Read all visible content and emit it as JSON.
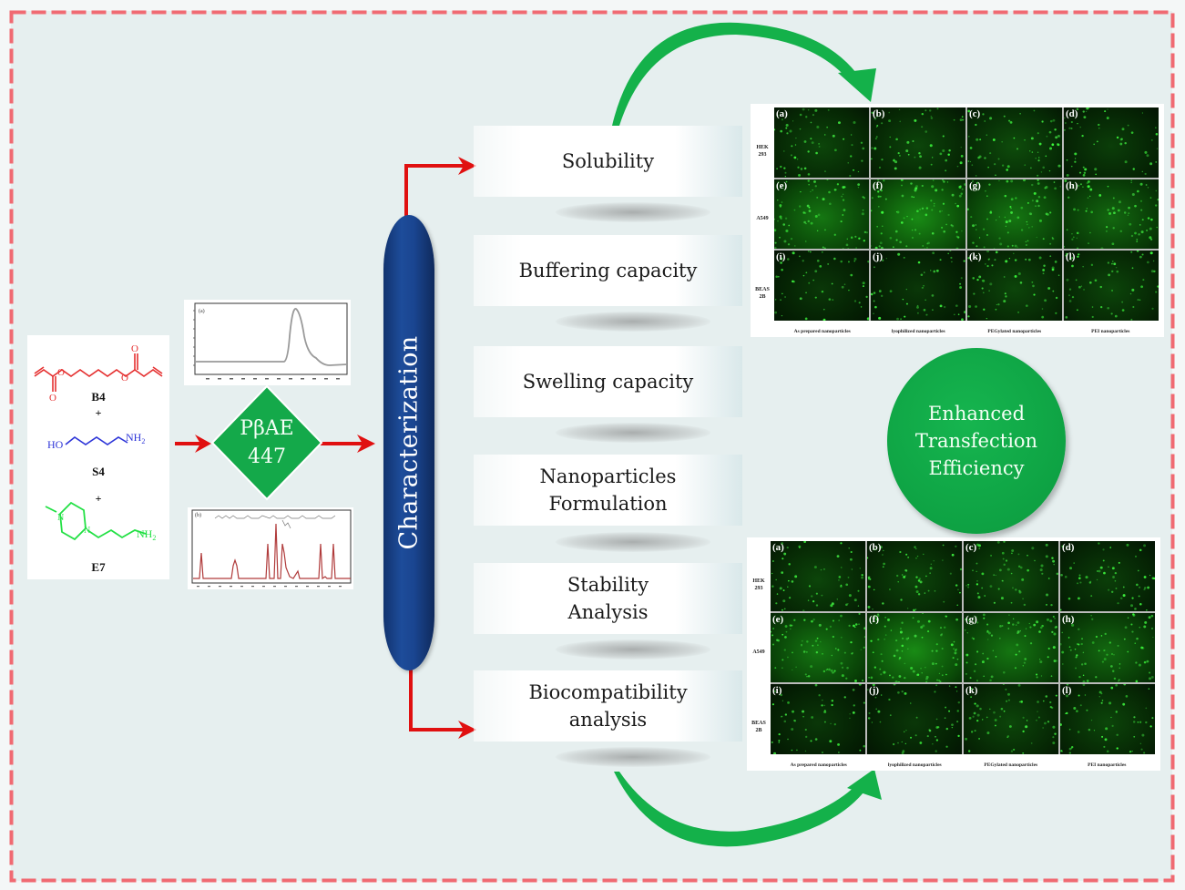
{
  "monomers": [
    {
      "id": "B4",
      "label": "B4",
      "color": "#e53030",
      "structure": "1,4-butanediol diacrylate"
    },
    {
      "id": "S4",
      "label": "S4",
      "color": "#2d35d8",
      "structure": "4-amino-1-butanol",
      "atoms": [
        "HO",
        "NH2"
      ]
    },
    {
      "id": "E7",
      "label": "E7",
      "color": "#22e044",
      "structure": "1-(3-aminopropyl)-4-methylpiperazine",
      "atoms": [
        "N",
        "N",
        "NH2"
      ]
    }
  ],
  "plus_sign": "+",
  "spectra": {
    "top_label": "(a)",
    "bottom_label": "(b)"
  },
  "product": {
    "line1": "PβAE",
    "line2": "447",
    "color": "#14a94a"
  },
  "characterization": {
    "label": "Characterization",
    "color": "#163d80"
  },
  "items": [
    {
      "label": "Solubility"
    },
    {
      "label": "Buffering capacity"
    },
    {
      "label": "Swelling capacity"
    },
    {
      "label": "Nanoparticles Formulation"
    },
    {
      "label": "Stability Analysis"
    },
    {
      "label": "Biocompatibility analysis"
    }
  ],
  "micrographs": {
    "row_labels": [
      "HEK 293",
      "A549",
      "BEAS 2B"
    ],
    "panel_labels": [
      "(a)",
      "(b)",
      "(c)",
      "(d)",
      "(e)",
      "(f)",
      "(g)",
      "(h)",
      "(i)",
      "(j)",
      "(k)",
      "(l)"
    ],
    "col_labels": [
      "As prepared nanoparticles",
      "lyophilized nanoparticles",
      "PEGylated nanoparticles",
      "PEI nanoparticles"
    ],
    "brightness": [
      [
        0.35,
        0.35,
        0.4,
        0.3
      ],
      [
        0.7,
        0.85,
        0.7,
        0.6
      ],
      [
        0.25,
        0.25,
        0.35,
        0.35
      ]
    ]
  },
  "outcome": {
    "label": "Enhanced Transfection Efficiency",
    "lines": [
      "Enhanced",
      "Transfection",
      "Efficiency"
    ],
    "color": "#10a847"
  },
  "colors": {
    "arrow_red": "#e01010",
    "arrow_green": "#14b14a",
    "border_dash": "#f06a72",
    "background": "#e6efef"
  }
}
